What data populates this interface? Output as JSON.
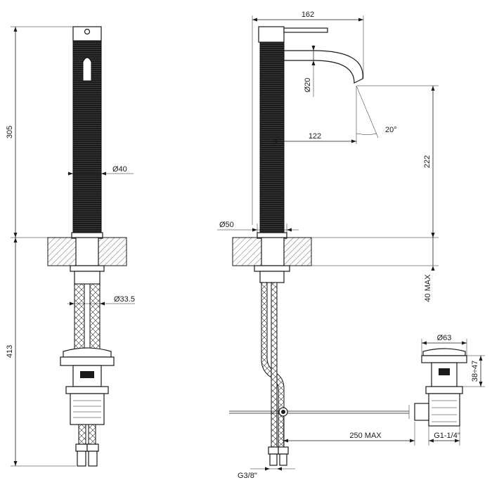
{
  "dimensions": {
    "front_height_upper": "305",
    "front_height_lower": "413",
    "front_body_dia": "Ø40",
    "front_hose_dia": "Ø33.5",
    "side_width": "162",
    "side_spout_dia": "Ø20",
    "side_angle": "20°",
    "side_reach": "122",
    "side_spout_height": "222",
    "side_base_dia": "Ø50",
    "side_deck_thickness": "40 MAX",
    "waste_dia": "Ø63",
    "waste_adjust": "38÷47",
    "waste_rod_length": "250 MAX",
    "waste_thread": "G1-1/4\"",
    "hose_thread": "G3/8\""
  },
  "colors": {
    "body": "#1b1b1b",
    "line": "#1a1a1a",
    "background": "#ffffff"
  }
}
